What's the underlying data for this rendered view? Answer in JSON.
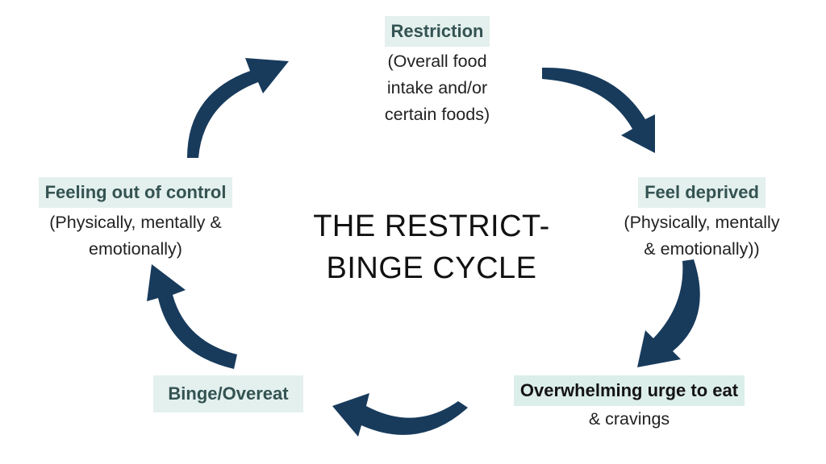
{
  "title": "THE RESTRICT-\nBINGE CYCLE",
  "colors": {
    "arrow": "#183b5c",
    "label_background": "#e3f0ee",
    "label_text": "#345352"
  },
  "steps": [
    {
      "label": "Restriction",
      "detail": "(Overall food\nintake and/or\ncertain foods)"
    },
    {
      "label": "Feel deprived",
      "detail": "(Physically, mentally\n& emotionally))"
    },
    {
      "label": "Overwhelming urge to eat",
      "detail": "& cravings"
    },
    {
      "label": "Binge/Overeat",
      "detail": ""
    },
    {
      "label": "Feeling out of control",
      "detail": "(Physically, mentally &\nemotionally)"
    }
  ],
  "arrow_icon": "curved-arrow-icon"
}
